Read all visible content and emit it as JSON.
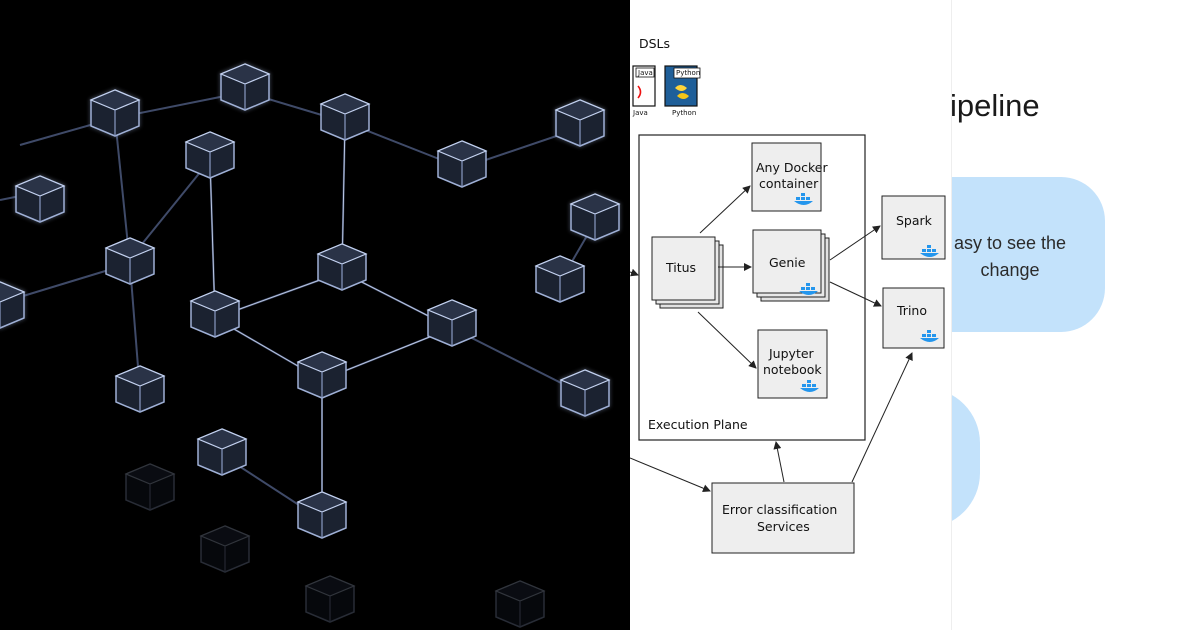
{
  "slide": {
    "title_fragment": "ipeline",
    "card_text": "asy to see the change"
  },
  "diagram": {
    "dsls_label": "DSLs",
    "java_tag": "Java",
    "java_caption": "Java",
    "python_tag": "Python",
    "python_caption": "Python",
    "titus": "Titus",
    "any_docker_line1": "Any Docker",
    "any_docker_line2": "container",
    "genie": "Genie",
    "jupyter_line1": "Jupyter",
    "jupyter_line2": "notebook",
    "spark": "Spark",
    "trino": "Trino",
    "execution_plane": "Execution Plane",
    "error_line1": "Error classification",
    "error_line2": "Services"
  },
  "colors": {
    "card_blue": "#c3e2fb",
    "node_fill": "#eeeeee",
    "docker_blue": "#2496ed",
    "python_blue": "#1f5f99"
  }
}
